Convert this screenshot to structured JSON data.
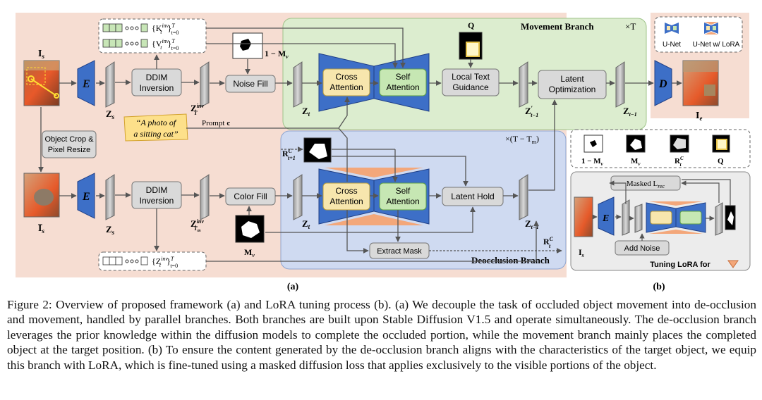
{
  "branches": {
    "movement": "Movement Branch",
    "movement_times": "×T",
    "deocclusion": "Deocclusion Branch",
    "deocclusion_times": "×(T − T",
    "deocclusion_times_sub": "m",
    "deocclusion_times_close": ")"
  },
  "blocks": {
    "ddim_inversion_line1": "DDIM",
    "ddim_inversion_line2": "Inversion",
    "noise_fill": "Noise Fill",
    "color_fill": "Color Fill",
    "cross_attention_line1": "Cross",
    "cross_attention_line2": "Attention",
    "self_attention_line1": "Self",
    "self_attention_line2": "Attention",
    "local_text_guidance_line1": "Local Text",
    "local_text_guidance_line2": "Guidance",
    "latent_optimization_line1": "Latent",
    "latent_optimization_line2": "Optimization",
    "latent_hold": "Latent Hold",
    "extract_mask": "Extract Mask",
    "object_crop_line1": "Object Crop &",
    "object_crop_line2": "Pixel Resize",
    "encoder": "E",
    "decoder": "D",
    "add_noise": "Add Noise",
    "masked_loss": "Masked L",
    "masked_loss_sub": "rec",
    "tuning_lora": "Tuning LoRA for"
  },
  "prompt": {
    "line1": "“A photo of",
    "line2": "a sitting cat”",
    "label": "Prompt",
    "label_bold": "c"
  },
  "legend": {
    "unet": "U-Net",
    "unet_lora": "U-Net w/ LoRA",
    "m1": "1 − M",
    "m1_sub": "v",
    "mv": "M",
    "mv_sub": "v",
    "rc": "R",
    "rc_sub": "t",
    "rc_sup": "C",
    "q": "Q"
  },
  "symbols": {
    "Is": "I",
    "Is_sub": "s",
    "Is_bar": "I",
    "Is_bar_sub": "s",
    "Ie": "I",
    "Ie_sub": "e",
    "Zs": "Z",
    "Zs_sub": "s",
    "Zs_bar": "Z",
    "Zs_bar_sub": "s",
    "ZT": "Z",
    "ZT_sub": "T",
    "ZT_sup": "inv",
    "ZTm": "Z",
    "ZTm_sub": "T",
    "ZTm_subsub": "m",
    "ZTm_sup": "inv",
    "Zt": "Z",
    "Zt_sub": "t",
    "Zt_bar": "Z",
    "Zt_bar_sub": "t",
    "Zprime": "Z",
    "Zprime_sub": "t−1",
    "Zprime_prime": "′",
    "Ztm1": "Z",
    "Ztm1_sub": "t−1",
    "Ztm1_bar": "Z",
    "Ztm1_bar_sub": "t−1",
    "K": "{K",
    "K_sup": "inv",
    "K_sub": "t",
    "K_close": "}",
    "K_range_sup": "T",
    "K_range_sub": "t=0",
    "V": "{V",
    "V_sup": "inv",
    "V_sub": "t",
    "V_close": "}",
    "V_range_sup": "T",
    "V_range_sub": "t=0",
    "Zinv": "{Z",
    "Zinv_sup": "inv",
    "Zinv_sub": "t",
    "Zinv_close": "}",
    "Zinv_range_sup": "T",
    "Zinv_range_sub": "t=0",
    "m_top": "1 − M",
    "m_top_sub": "v",
    "mv_bottom": "M",
    "mv_bottom_sub": "v",
    "r_in": "R",
    "r_in_sup": "C",
    "r_in_sub": "t+1",
    "r_out": "R",
    "r_out_sup": "C",
    "r_out_sub": "t",
    "q_top": "Q"
  },
  "labels": {
    "a": "(a)",
    "b": "(b)"
  },
  "caption": "Figure 2: Overview of proposed framework (a) and LoRA tuning process (b). (a) We decouple the task of occluded object movement into de-occlusion and movement, handled by parallel branches. Both branches are built upon Stable Diffusion V1.5 and operate simultaneously. The de-occlusion branch leverages the prior knowledge within the diffusion models to complete the occluded portion, while the movement branch mainly places the completed object at the target position. (b) To ensure the content generated by the de-occlusion branch aligns with the characteristics of the target object, we equip this branch with LoRA, which is fine-tuned using a masked diffusion loss that applies exclusively to the visible portions of the object.",
  "colors": {
    "panel_a_bg": "#f6ddd2",
    "movement_bg": "#dcedcf",
    "deocclusion_bg": "#cfdaf1",
    "panel_b_bg": "#ececec",
    "encoder": "#3d6fc7",
    "cross_attention": "#f7e6ad",
    "self_attention": "#c6e7b3",
    "lora": "#f3a77a"
  }
}
